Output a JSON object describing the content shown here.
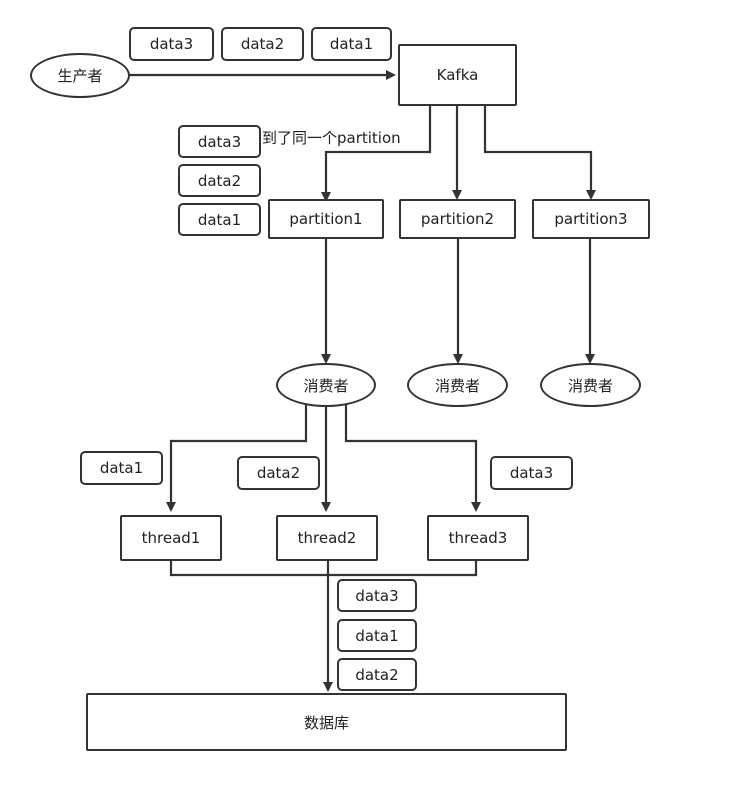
{
  "producer": "生产者",
  "kafka": "Kafka",
  "producer_tags": [
    "data3",
    "data2",
    "data1"
  ],
  "same_partition_note": "到了同一个partition",
  "partition_tags": [
    "data3",
    "data2",
    "data1"
  ],
  "partitions": [
    "partition1",
    "partition2",
    "partition3"
  ],
  "consumers": [
    "消费者",
    "消费者",
    "消费者"
  ],
  "thread_tags": [
    "data1",
    "data2",
    "data3"
  ],
  "threads": [
    "thread1",
    "thread2",
    "thread3"
  ],
  "db_tags": [
    "data3",
    "data1",
    "data2"
  ],
  "database": "数据库"
}
